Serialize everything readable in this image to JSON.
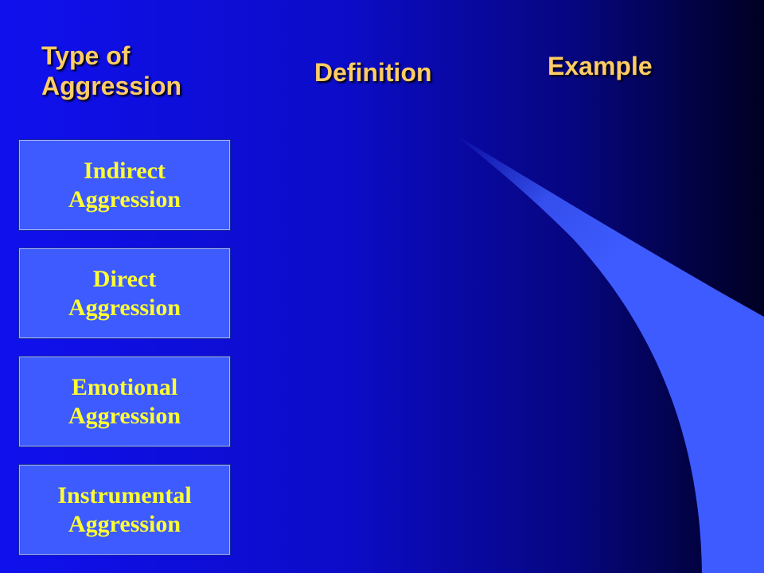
{
  "headers": {
    "type_line1": "Type of",
    "type_line2": "Aggression",
    "definition": "Definition",
    "example": "Example"
  },
  "types": [
    {
      "line1": "Indirect",
      "line2": "Aggression"
    },
    {
      "line1": "Direct",
      "line2": "Aggression"
    },
    {
      "line1": "Emotional",
      "line2": "Aggression"
    },
    {
      "line1": "Instrumental",
      "line2": "Aggression"
    }
  ],
  "colors": {
    "header_text": "#ffcc66",
    "box_text": "#ffff33",
    "box_fill": "#3d5bff",
    "swoosh": "#3d5bff"
  }
}
